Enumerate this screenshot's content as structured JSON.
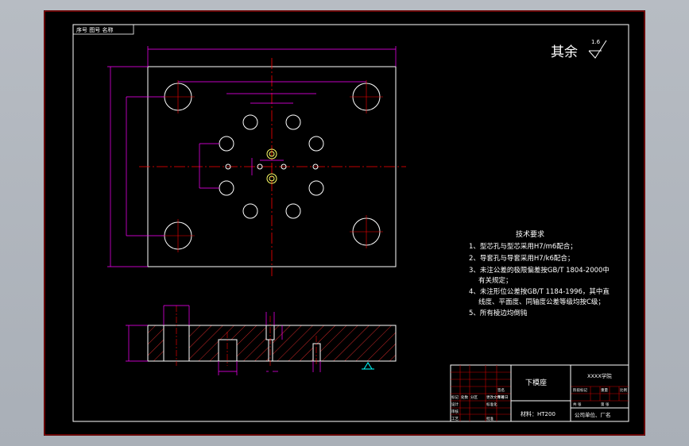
{
  "drawing_tag": "序号 图号 名称",
  "roughness": {
    "label": "其余",
    "value": "1.6"
  },
  "tech_requirements": {
    "title": "技术要求",
    "items": [
      "1、型芯孔与型芯采用H7/m6配合；",
      "2、导套孔与导套采用H7/k6配合；",
      "3、未注公差的极限偏差按GB/T 1804-2000中",
      "有关规定；",
      "4、未注形位公差按GB/T 1184-1996，其中直",
      "线度、平面度、同轴度公差等级均按C级；",
      "5、所有棱边均倒钝"
    ]
  },
  "title_block": {
    "part_name": "下模座",
    "material": "材料：HT200",
    "school": "XXXX学院",
    "company": "公司单位、厂名",
    "cells_left": [
      "标记",
      "处数",
      "分区",
      "设计",
      "审核",
      "工艺"
    ],
    "cells_mid": [
      "更改文件号",
      "签名",
      "年月日",
      "标准化",
      "批准"
    ],
    "cells_right": [
      "阶段标记",
      "重量",
      "比例",
      "共 张",
      "第 张"
    ]
  },
  "colors": {
    "outline": "#ffffff",
    "dimension": "#ff00ff",
    "centerline": "#ff0000",
    "hatch": "#ff3030",
    "border_frame": "#cc0000",
    "datum": "#00ffff"
  }
}
